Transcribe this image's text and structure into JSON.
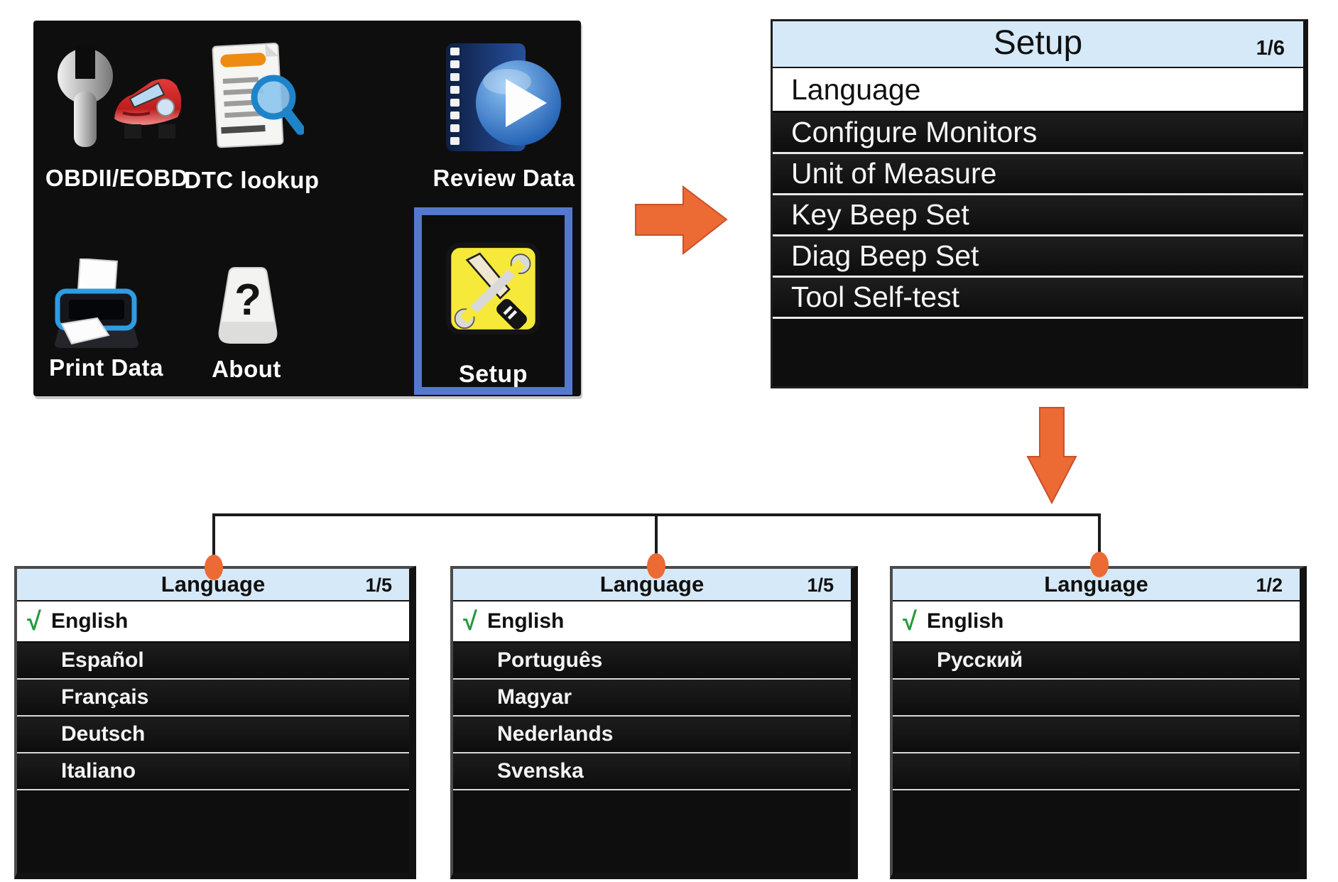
{
  "main_menu": {
    "items": [
      {
        "label": "OBDII/EOBD",
        "selected": false
      },
      {
        "label": "DTC lookup",
        "selected": false
      },
      {
        "label": "Review Data",
        "selected": false
      },
      {
        "label": "Print Data",
        "selected": false
      },
      {
        "label": "About",
        "selected": false
      },
      {
        "label": "Setup",
        "selected": true
      }
    ]
  },
  "setup_screen": {
    "title": "Setup",
    "page_indicator": "1/6",
    "selected_item": "Language",
    "items": [
      "Language",
      "Configure Monitors",
      "Unit of Measure",
      "Key Beep Set",
      "Diag Beep Set",
      "Tool Self-test"
    ]
  },
  "language_screens": [
    {
      "title": "Language",
      "page_indicator": "1/5",
      "selected_item": "English",
      "checkmark": "√",
      "items": [
        "English",
        "Español",
        "Français",
        "Deutsch",
        "Italiano"
      ]
    },
    {
      "title": "Language",
      "page_indicator": "1/5",
      "selected_item": "English",
      "checkmark": "√",
      "items": [
        "English",
        "Português",
        "Magyar",
        "Nederlands",
        "Svenska"
      ]
    },
    {
      "title": "Language",
      "page_indicator": "1/2",
      "selected_item": "English",
      "checkmark": "√",
      "items": [
        "English",
        "Русский",
        "",
        "",
        ""
      ]
    }
  ],
  "icon_map": {
    "question_mark": "?",
    "check": "√"
  },
  "colors": {
    "accent_orange": "#ec6a33",
    "header_blue": "#d6e9f8",
    "selection_blue": "#5578cf",
    "check_green": "#249a3d",
    "screen_black": "#0e0e0e",
    "highlight_white": "#ffffff"
  }
}
